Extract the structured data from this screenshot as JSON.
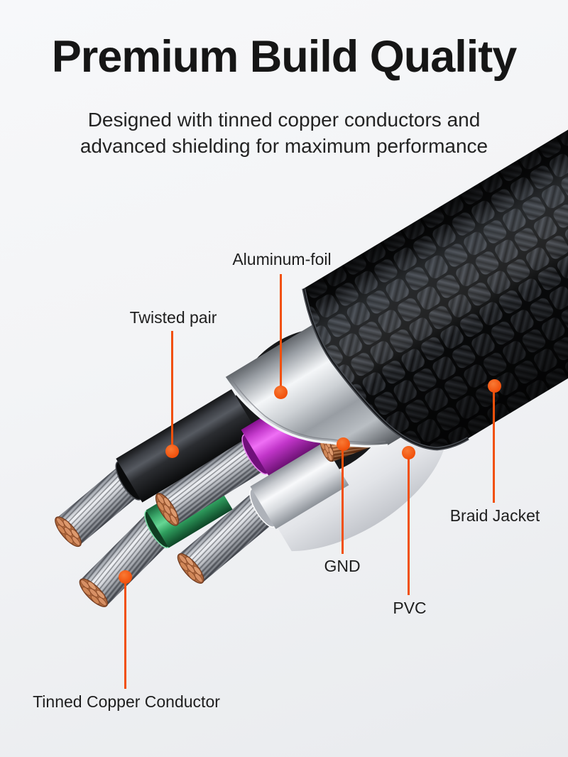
{
  "header": {
    "title": "Premium Build Quality",
    "subtitle_line1": "Designed with tinned copper conductors and",
    "subtitle_line2": "advanced shielding for maximum performance"
  },
  "accent_color": "#f1500b",
  "text_colors": {
    "title": "#161616",
    "subtitle": "#232323",
    "label": "#1e1e1e"
  },
  "background": {
    "top": "#f7f8fa",
    "bottom": "#e9ebee"
  },
  "callouts": [
    {
      "id": "aluminum-foil",
      "label": "Aluminum-foil"
    },
    {
      "id": "twisted-pair",
      "label": "Twisted pair"
    },
    {
      "id": "braid-jacket",
      "label": "Braid Jacket"
    },
    {
      "id": "gnd",
      "label": "GND"
    },
    {
      "id": "pvc",
      "label": "PVC"
    },
    {
      "id": "tinned-copper-conductor",
      "label": "Tinned Copper Conductor"
    }
  ],
  "illustration": {
    "name": "cable-cutaway",
    "materials": {
      "braid_jacket": "#141518",
      "aluminum_foil": "#d9dcdf",
      "pvc_inner_jacket": "#f2f3f5",
      "wire_black": "#222326",
      "wire_magenta": "#cb3ed2",
      "wire_green": "#2f9e5e",
      "wire_white": "#e9eaed",
      "tinned_copper_strands": "#c9ccd3",
      "bare_copper": "#c97c4e"
    }
  }
}
